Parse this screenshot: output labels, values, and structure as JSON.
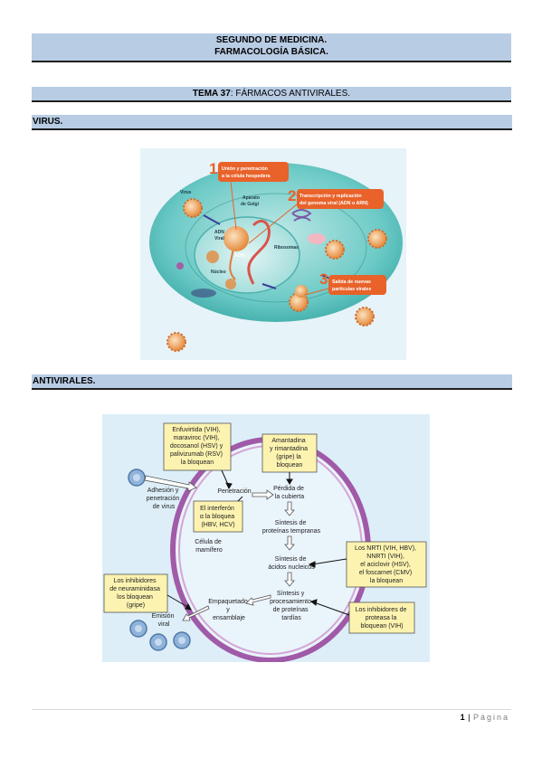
{
  "header": {
    "line1": "SEGUNDO DE MEDICINA.",
    "line2": "FARMACOLOGÍA BÁSICA."
  },
  "tema": {
    "label": "TEMA 37",
    "title": ": FÁRMACOS ANTIVIRALES."
  },
  "sections": {
    "virus": "VIRUS.",
    "antivirales": "ANTIVIRALES."
  },
  "virus_figure": {
    "step1_num": "1",
    "step1_line1": "Unión y penetración",
    "step1_line2": "a la célula hospedera",
    "step2_num": "2",
    "step2_line1": "Transcripción y replicación",
    "step2_line2": "del genoma viral (ADN o ARN)",
    "step3_num": "3",
    "step3_line1": "Salida de nuevas",
    "step3_line2": "partículas virales",
    "label_virus": "Virus",
    "label_golgi_1": "Aparato",
    "label_golgi_2": "de Golgi",
    "label_adn_viral_1": "ADN",
    "label_adn_viral_2": "Viral",
    "label_ribosomas": "Ribosomas",
    "label_adn": "ADN",
    "label_nucleo": "Núcleo"
  },
  "antiviral_figure": {
    "box_entry": [
      "Enfuvirtida (VIH),",
      "maraviroc (VIH),",
      "docosanol (HSV) y",
      "palivizumab (RSV)",
      "la bloquean"
    ],
    "box_amantadina": [
      "Amantadina",
      "y rimantadina",
      "(gripe) la",
      "bloquean"
    ],
    "box_interferon": [
      "El interferón",
      "α la bloquea",
      "(HBV, HCV)"
    ],
    "box_nrti": [
      "Los NRTI (VIH, HBV),",
      "NNRTI (VIH),",
      "el aciclovir (HSV),",
      "el foscarnet (CMV)",
      "la bloquean"
    ],
    "box_neuraminidasa": [
      "Los inhibidores",
      "de neuraminidasa",
      "los bloquean",
      "(gripe)"
    ],
    "box_proteasa": [
      "Los inhibidores de",
      "proteasa la",
      "bloquean (VIH)"
    ],
    "step_adhesion": [
      "Adhesión y",
      "penetración",
      "de virus"
    ],
    "step_penetracion": "Penetración",
    "step_perdida": [
      "Pérdida de",
      "la cubierta"
    ],
    "step_tempranas": [
      "Síntesis de",
      "proteínas tempranas"
    ],
    "step_acidos": [
      "Síntesis de",
      "ácidos nucleicos"
    ],
    "step_tardias": [
      "Síntesis y",
      "procesamiento",
      "de proteínas",
      "tardías"
    ],
    "step_empaquetado": [
      "Empaquetado",
      "y",
      "ensamblaje"
    ],
    "step_emision": [
      "Emisión",
      "viral"
    ],
    "label_celula": [
      "Célula de",
      "mamífero"
    ]
  },
  "footer": {
    "page_number": "1",
    "separator": " | ",
    "page_word": "Página"
  },
  "colors": {
    "band": "#b8cce4",
    "orange": "#e8622a",
    "yellow_box": "#fdf3b0",
    "cell_teal": "#5fc3c0",
    "membrane_purple": "#a05aa8"
  }
}
